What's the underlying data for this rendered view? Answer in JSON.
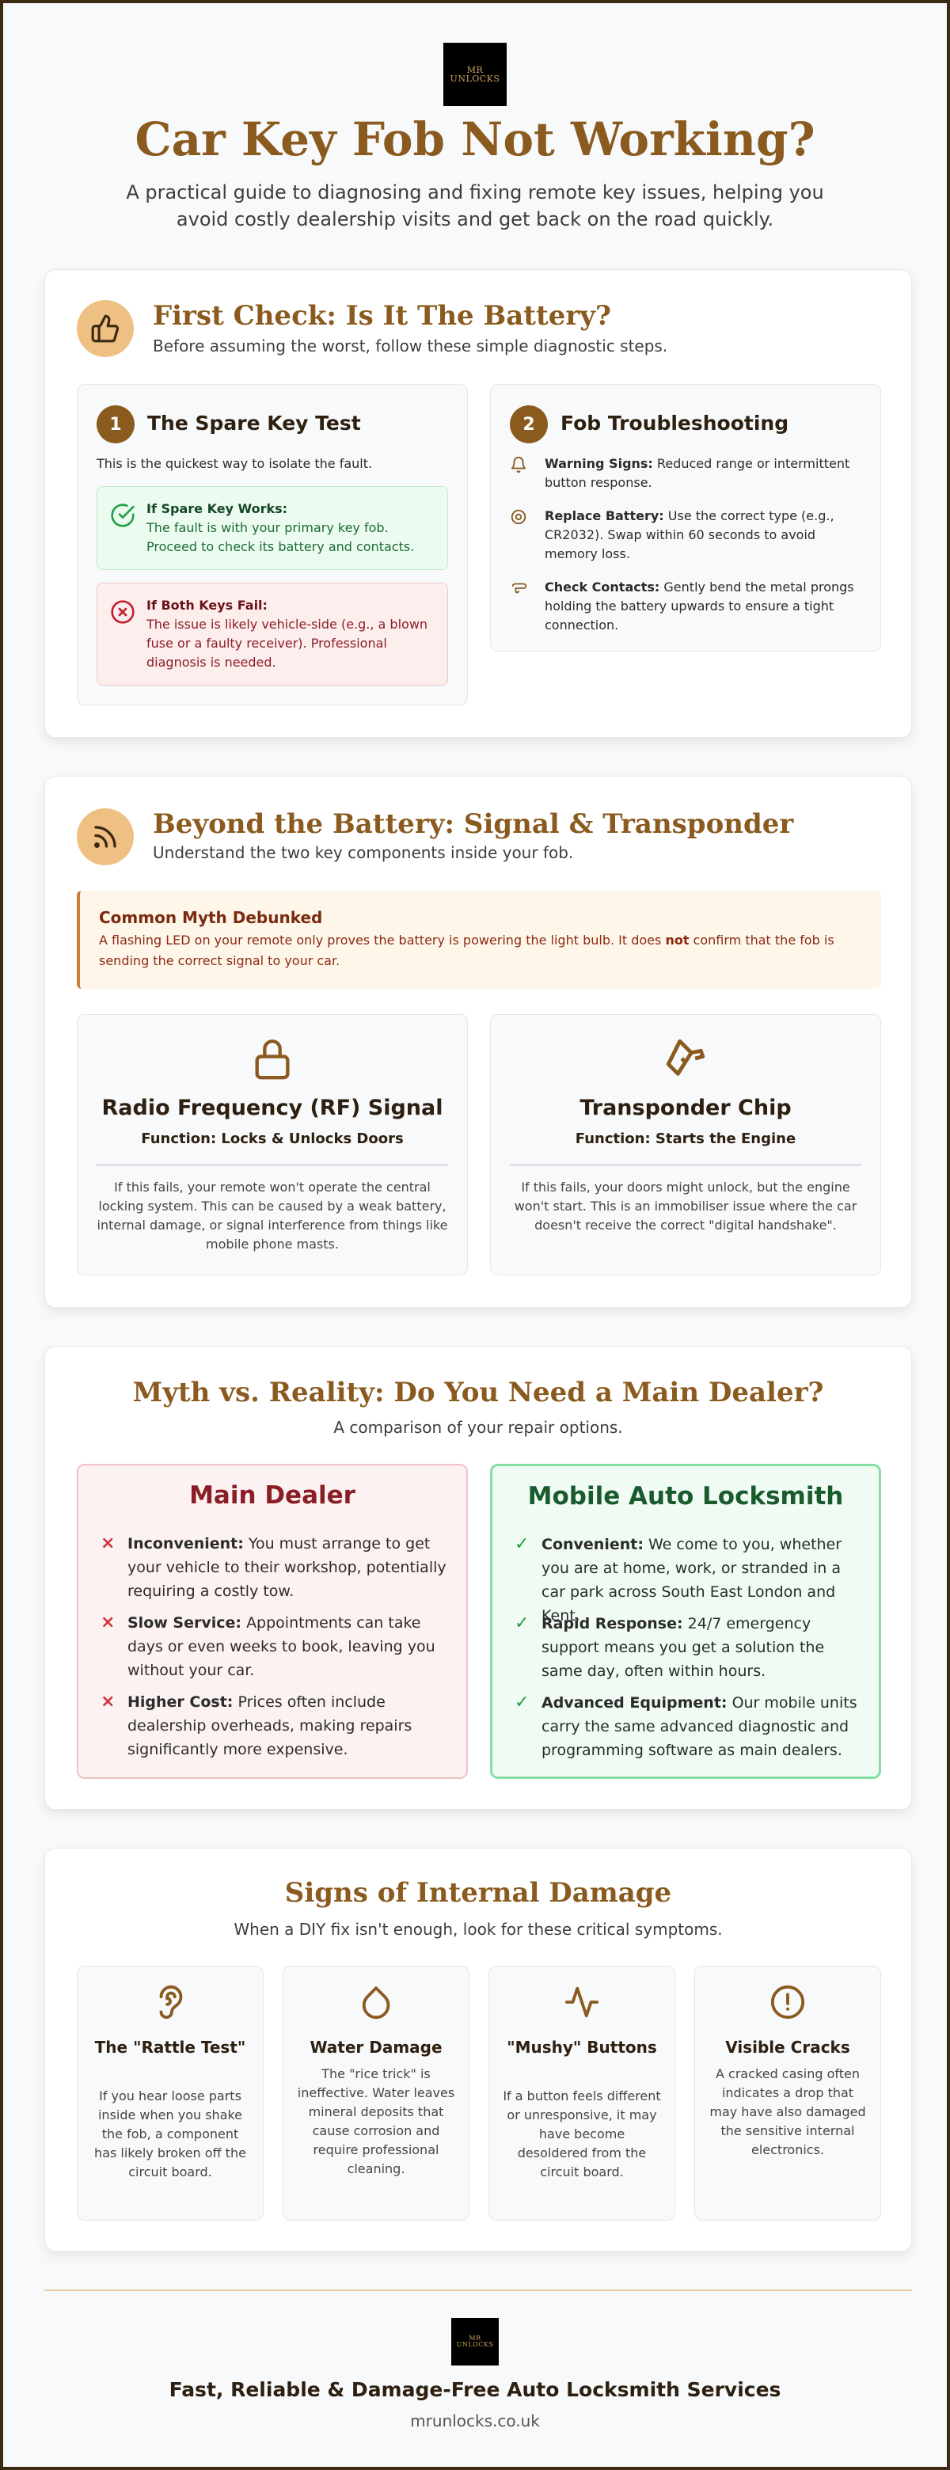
{
  "header": {
    "logo_text": "MR UNLOCKS",
    "title": "Car Key Fob Not Working?",
    "subtitle": "A practical guide to diagnosing and fixing remote key issues, helping you avoid costly dealership visits and get back on the road quickly."
  },
  "section1": {
    "icon": "thumbs-up-icon",
    "title": "First Check: Is It The Battery?",
    "subtitle": "Before assuming the worst, follow these simple diagnostic steps.",
    "spare_key": {
      "number": "1",
      "title": "The Spare Key Test",
      "intro": "This is the quickest way to isolate the fault.",
      "works_title": "If Spare Key Works:",
      "works_text": "The fault is with your primary key fob. Proceed to check its battery and contacts.",
      "fail_title": "If Both Keys Fail:",
      "fail_text": "The issue is likely vehicle-side (e.g., a blown fuse or a faulty receiver). Professional diagnosis is needed."
    },
    "troubleshooting": {
      "number": "2",
      "title": "Fob Troubleshooting",
      "items": [
        {
          "icon": "bell-icon",
          "label": "Warning Signs:",
          "text": "Reduced range or intermittent button response."
        },
        {
          "icon": "battery-disc-icon",
          "label": "Replace Battery:",
          "text": "Use the correct type (e.g., CR2032). Swap within 60 seconds to avoid memory loss."
        },
        {
          "icon": "contacts-icon",
          "label": "Check Contacts:",
          "text": "Gently bend the metal prongs holding the battery upwards to ensure a tight connection."
        }
      ]
    }
  },
  "section2": {
    "icon": "signal-icon",
    "title": "Beyond the Battery: Signal & Transponder",
    "subtitle": "Understand the two key components inside your fob.",
    "myth_title": "Common Myth Debunked",
    "myth_text_1": "A flashing LED on your remote only proves the battery is powering the light bulb. It does ",
    "myth_text_bold": "not",
    "myth_text_2": " confirm that the fob is sending the correct signal to your car.",
    "rf": {
      "icon": "lock-icon",
      "title": "Radio Frequency (RF) Signal",
      "function": "Function: Locks & Unlocks Doors",
      "desc": "If this fails, your remote won't operate the central locking system. This can be caused by a weak battery, internal damage, or signal interference from things like mobile phone masts."
    },
    "chip": {
      "icon": "key-chip-icon",
      "title": "Transponder Chip",
      "function": "Function: Starts the Engine",
      "desc": "If this fails, your doors might unlock, but the engine won't start. This is an immobiliser issue where the car doesn't receive the correct \"digital handshake\"."
    }
  },
  "section3": {
    "title": "Myth vs. Reality: Do You Need a Main Dealer?",
    "subtitle": "A comparison of your repair options.",
    "dealer": {
      "title": "Main Dealer",
      "items": [
        {
          "label": "Inconvenient:",
          "text": "You must arrange to get your vehicle to their workshop, potentially requiring a costly tow."
        },
        {
          "label": "Slow Service:",
          "text": "Appointments can take days or even weeks to book, leaving you without your car."
        },
        {
          "label": "Higher Cost:",
          "text": "Prices often include dealership overheads, making repairs significantly more expensive."
        }
      ]
    },
    "locksmith": {
      "title": "Mobile Auto Locksmith",
      "items": [
        {
          "label": "Convenient:",
          "text": "We come to you, whether you are at home, work, or stranded in a car park across South East London and Kent."
        },
        {
          "label": "Rapid Response:",
          "text": "24/7 emergency support means you get a solution the same day, often within hours."
        },
        {
          "label": "Advanced Equipment:",
          "text": "Our mobile units carry the same advanced diagnostic and programming software as main dealers."
        }
      ]
    }
  },
  "section4": {
    "title": "Signs of Internal Damage",
    "subtitle": "When a DIY fix isn't enough, look for these critical symptoms.",
    "signs": [
      {
        "icon": "rattle-icon",
        "title": "The \"Rattle Test\"",
        "desc": "If you hear loose parts inside when you shake the fob, a component has likely broken off the circuit board."
      },
      {
        "icon": "water-drop-icon",
        "title": "Water Damage",
        "desc": "The \"rice trick\" is ineffective. Water leaves mineral deposits that cause corrosion and require professional cleaning."
      },
      {
        "icon": "pulse-icon",
        "title": "\"Mushy\" Buttons",
        "desc": "If a button feels different or unresponsive, it may have become desoldered from the circuit board."
      },
      {
        "icon": "alert-circle-icon",
        "title": "Visible Cracks",
        "desc": "A cracked casing often indicates a drop that may have also damaged the sensitive internal electronics."
      }
    ]
  },
  "footer": {
    "logo_text": "MR UNLOCKS",
    "title": "Fast, Reliable & Damage-Free Auto Locksmith Services",
    "url": "mrunlocks.co.uk"
  },
  "colors": {
    "brand_brown": "#8a5a1e",
    "accent_tan": "#efc083",
    "success_green": "#1c6b34",
    "danger_red": "#8a1d25"
  }
}
